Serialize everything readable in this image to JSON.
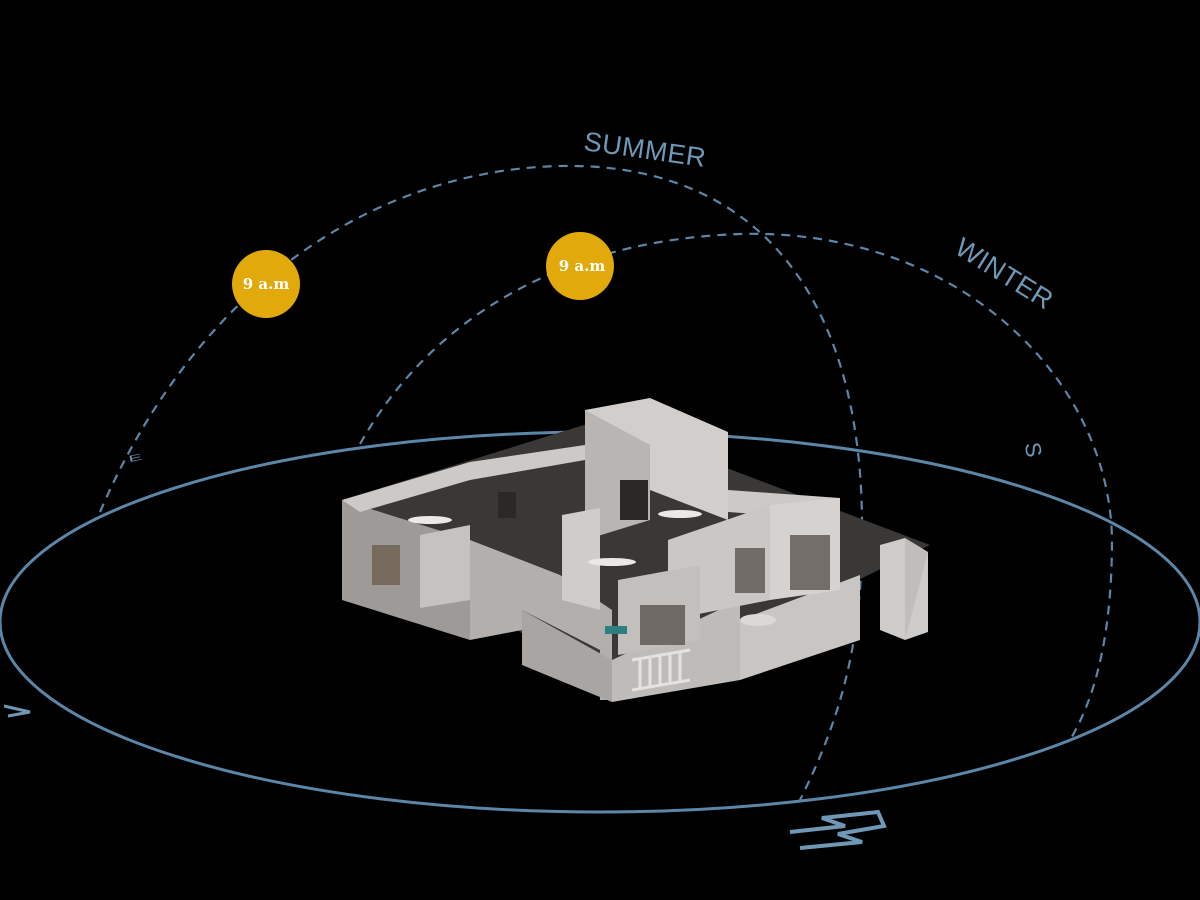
{
  "paths": {
    "summer_label": "SUMMER",
    "winter_label": "WINTER"
  },
  "suns": [
    {
      "label": "9 a.m",
      "season": "summer"
    },
    {
      "label": "9 a.m",
      "season": "winter"
    }
  ],
  "directions": {
    "east": "E",
    "west": "W",
    "south": "S",
    "north": "N"
  },
  "colors": {
    "background": "#000000",
    "orbit": "#5c86a8",
    "dashed_path": "#5c86a8",
    "label": "#6f97b6",
    "sun": "#e2a90b",
    "building_wall": "#c9c5c2",
    "building_shadow": "#8d8986"
  }
}
